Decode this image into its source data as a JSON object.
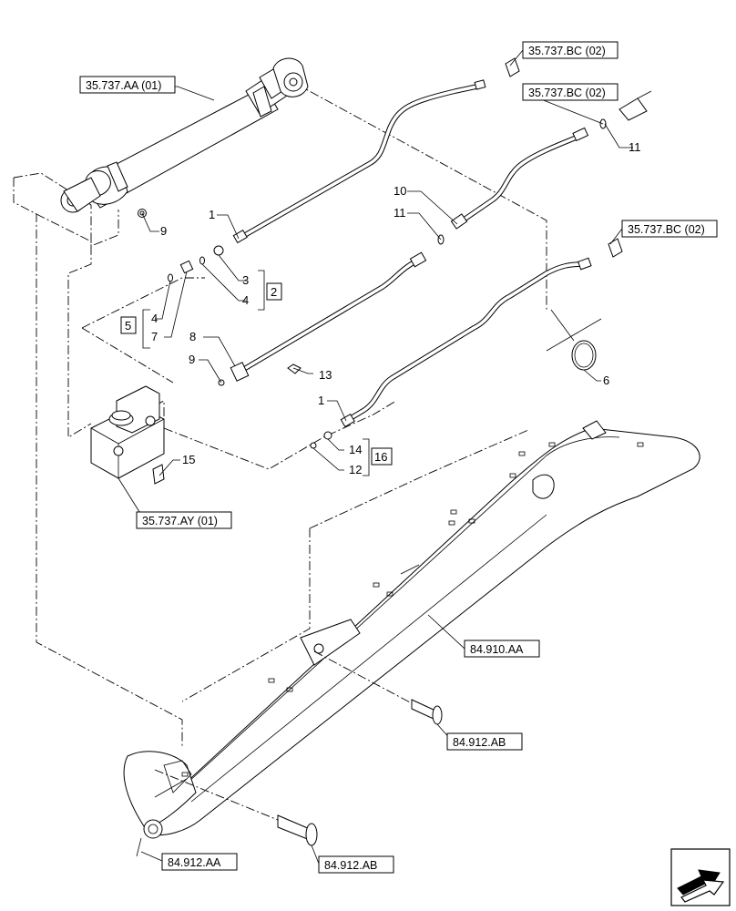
{
  "refs": {
    "cyl": "35.737.AA (01)",
    "bc_a": "35.737.BC (02)",
    "bc_b": "35.737.BC (02)",
    "bc_c": "35.737.BC (02)",
    "ay": "35.737.AY (01)",
    "boom": "84.910.AA",
    "pin_a": "84.912.AB",
    "pin_b": "84.912.AB",
    "base": "84.912.AA"
  },
  "callouts": {
    "c1a": "1",
    "c1b": "1",
    "c2": "2",
    "c3": "3",
    "c4a": "4",
    "c4b": "4",
    "c5": "5",
    "c6": "6",
    "c7": "7",
    "c8": "8",
    "c9a": "9",
    "c9b": "9",
    "c10": "10",
    "c11a": "11",
    "c11b": "11",
    "c12": "12",
    "c13": "13",
    "c14": "14",
    "c15": "15",
    "c16": "16"
  }
}
